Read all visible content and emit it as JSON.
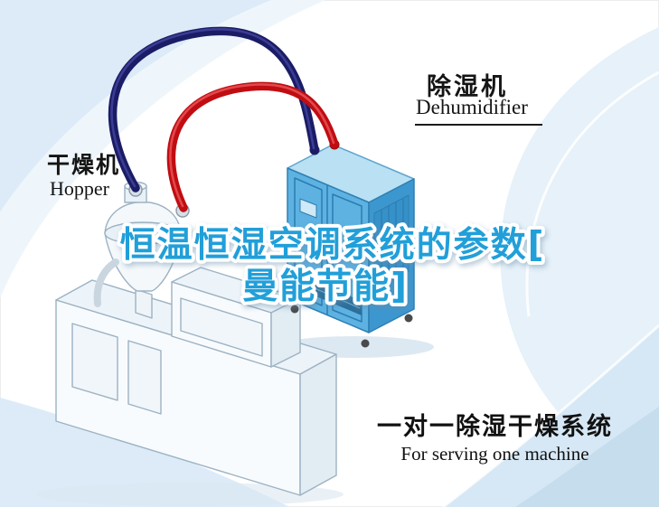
{
  "title": {
    "line1": "恒温恒湿空调系统的参数[",
    "line2": "曼能节能]",
    "color": "#219fd9",
    "outline_color": "#ffffff"
  },
  "equipment_labels": {
    "hopper_cn": "干燥机",
    "hopper_en": "Hopper",
    "dehumidifier_cn": "除湿机",
    "dehumidifier_en": "Dehumidifier"
  },
  "footer": {
    "caption_cn": "一对一除湿干燥系统",
    "caption_en": "For serving one machine"
  },
  "illustration": {
    "dehumidifier_front_color": "#5db2e2",
    "dehumidifier_side_color": "#3d97cf",
    "dehumidifier_top_color": "#b9e0f3",
    "hose_red_color": "#c00d12",
    "hose_blue_color": "#1b1c66",
    "machine_line_color": "#9cb2c3",
    "background_swoosh_color": "#dcebf7"
  }
}
